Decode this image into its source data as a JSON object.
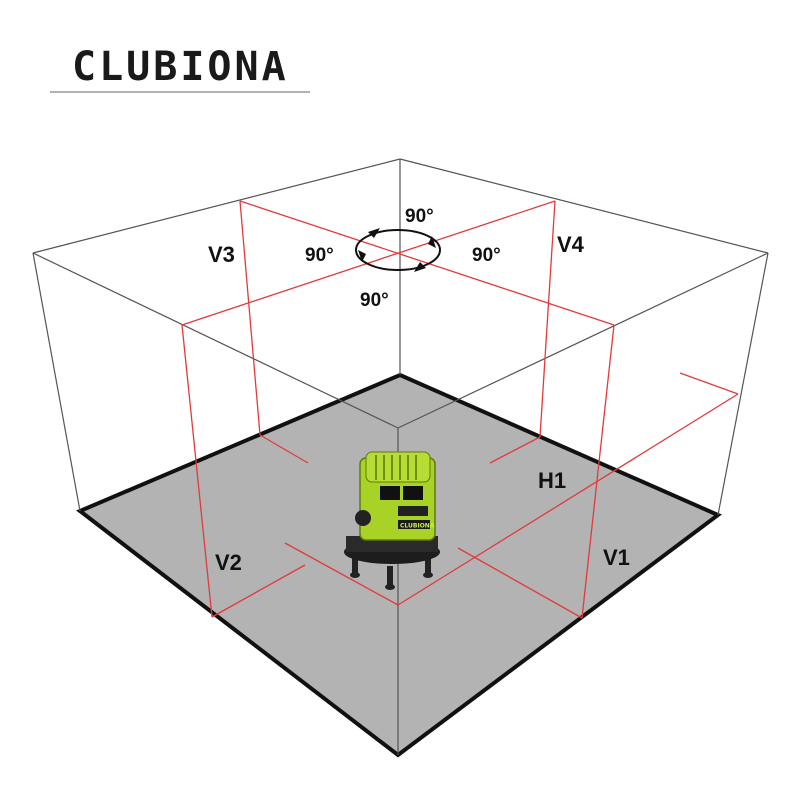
{
  "brand": {
    "name": "CLUBIONA"
  },
  "labels": {
    "v1": "V1",
    "v2": "V2",
    "v3": "V3",
    "v4": "V4",
    "h1": "H1"
  },
  "angles": {
    "top": "90°",
    "left": "90°",
    "right": "90°",
    "bottom": "90°"
  },
  "device": {
    "badge": "CLUBIONA"
  },
  "colors": {
    "laser": "#e23a3a",
    "floor": "#b3b3b3",
    "floor_edge": "#111111",
    "frame": "#555555",
    "device_body": "#a8d226",
    "device_dark": "#222222"
  }
}
